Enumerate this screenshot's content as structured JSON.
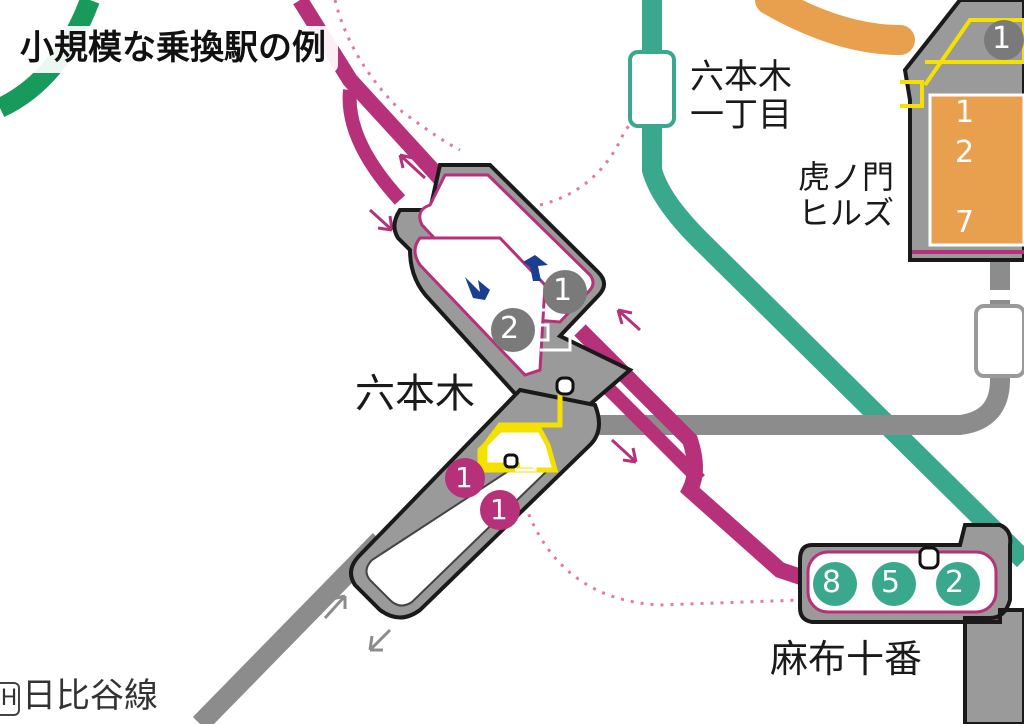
{
  "title": "小規模な乗換駅の例",
  "colors": {
    "hibiya": "#8c8c8c",
    "oedo": "#b6317a",
    "namboku": "#3aa88c",
    "ginza": "#e8a04e",
    "station_body": "#9a9a9a",
    "highlight": "#f5e100",
    "arrow_blue": "#1a3f8f"
  },
  "stations": [
    {
      "name": "六本木",
      "label": "六本木"
    },
    {
      "name": "roppongi-itchome",
      "label": "六本木\n一丁目"
    },
    {
      "name": "toranomon-hills",
      "label": "虎ノ門\nヒルズ"
    },
    {
      "name": "azabu-juban",
      "label": "麻布十番"
    }
  ],
  "exits": {
    "roppongi_oedo": [
      "1",
      "2"
    ],
    "roppongi_hibiya": [
      "1",
      "1"
    ],
    "azabu_juban": [
      "8",
      "5",
      "2"
    ],
    "toranomon": [
      "1",
      "1",
      "2",
      "7"
    ]
  },
  "legend": {
    "icon": "H",
    "text": "日比谷線"
  }
}
